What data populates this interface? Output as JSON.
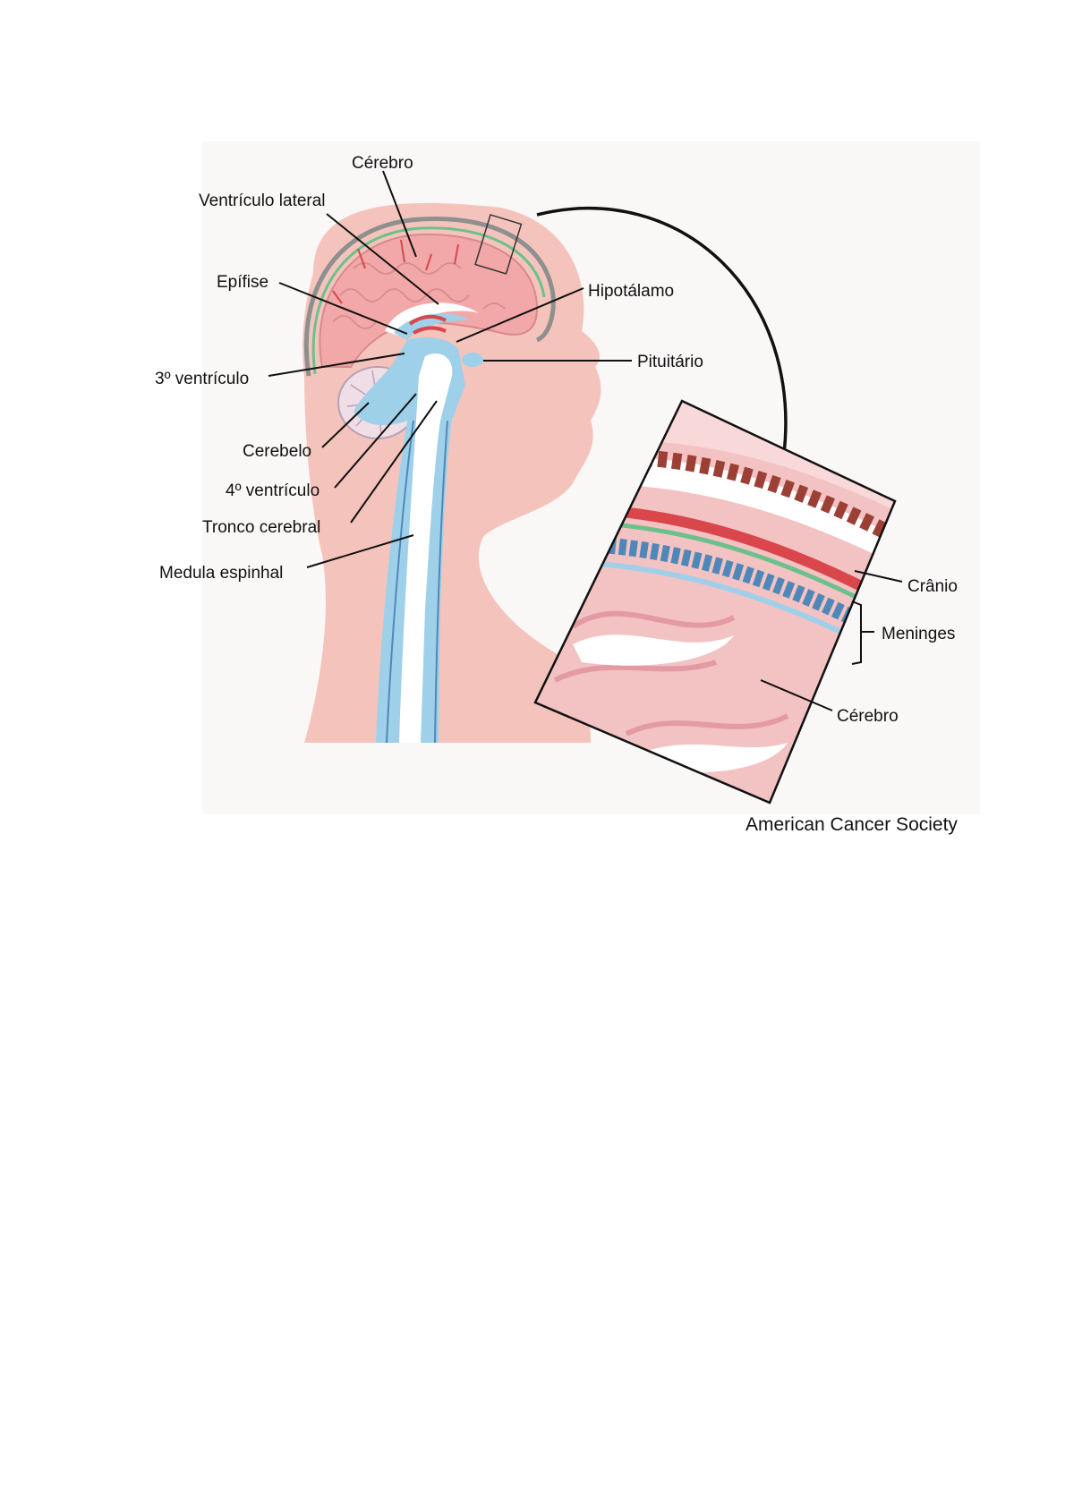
{
  "labels": {
    "cerebro_top": "Cérebro",
    "ventriculo_lateral": "Ventrículo lateral",
    "epifise": "Epífise",
    "hipotalamo": "Hipotálamo",
    "pituitario": "Pituitário",
    "terceiro_ventriculo": "3º ventrículo",
    "cerebelo": "Cerebelo",
    "quarto_ventriculo": "4º ventrículo",
    "tronco_cerebral": "Tronco cerebral",
    "medula_espinhal": "Medula espinhal",
    "cranio": "Crânio",
    "meninges": "Meninges",
    "cerebro_inset": "Cérebro"
  },
  "credit": "American Cancer Society",
  "colors": {
    "skin": "#f4c4bc",
    "brain": "#f2a8a8",
    "csf": "#9fd0ea",
    "vessel": "#d9464b",
    "bone": "#9c4036",
    "meninges_green": "#6cc08c",
    "meninges_blue": "#4f88b8"
  }
}
